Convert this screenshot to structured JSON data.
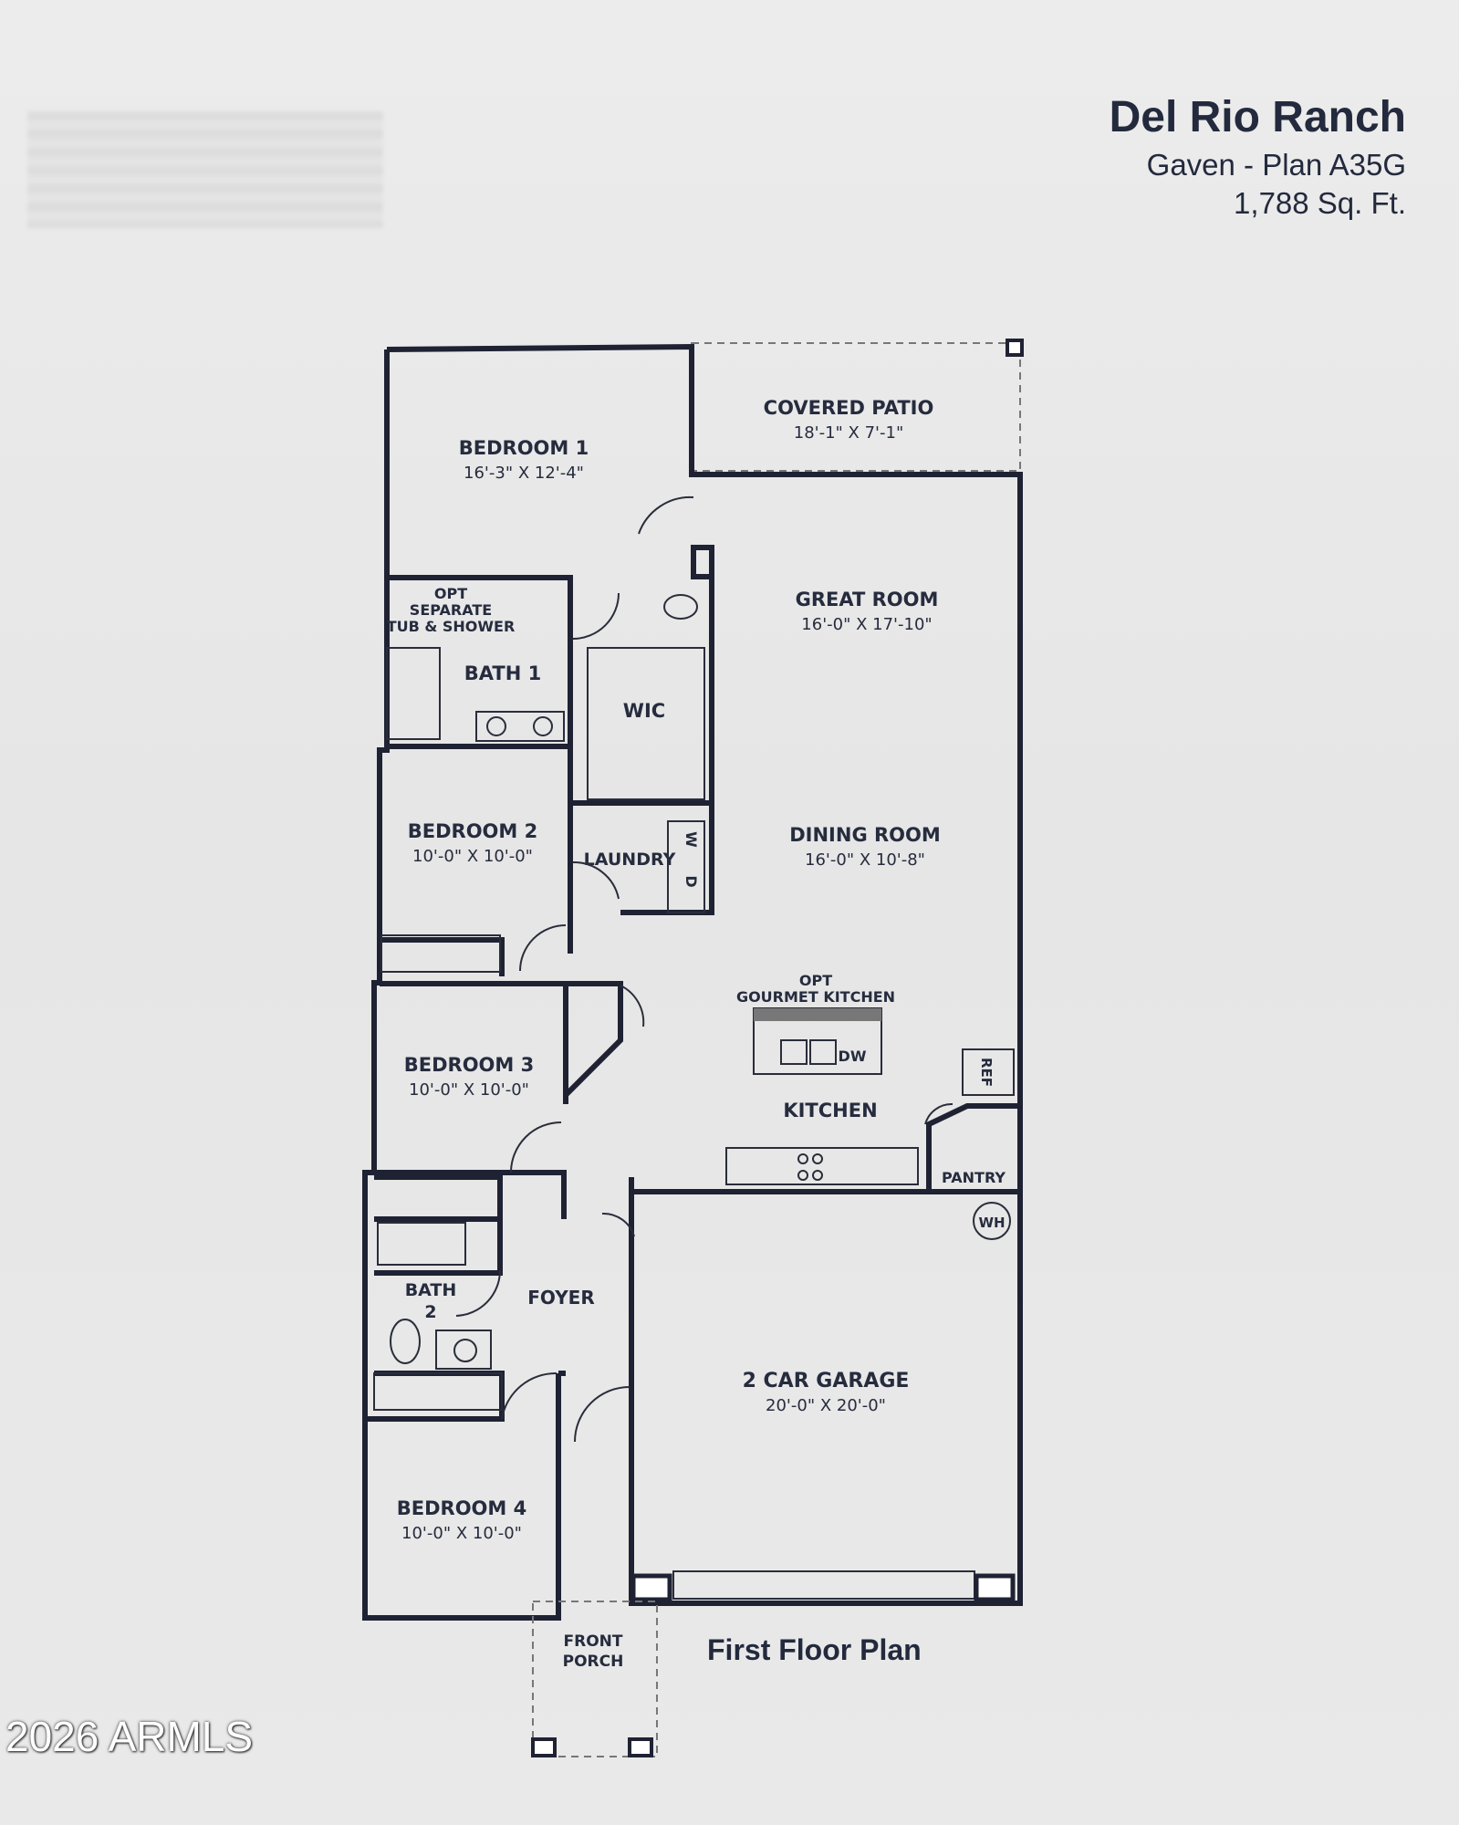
{
  "header": {
    "community": "Del Rio Ranch",
    "plan": "Gaven - Plan A35G",
    "sqft": "1,788 Sq. Ft."
  },
  "floor_plan_label": "First Floor Plan",
  "watermark": "2026 ARMLS",
  "rooms": {
    "bedroom1": {
      "name": "BEDROOM 1",
      "dim": "16'-3\" X 12'-4\""
    },
    "covered_patio": {
      "name": "COVERED PATIO",
      "dim": "18'-1\" X 7'-1\""
    },
    "great_room": {
      "name": "GREAT ROOM",
      "dim": "16'-0\" X 17'-10\""
    },
    "opt_tub": {
      "line1": "OPT",
      "line2": "SEPARATE",
      "line3": "TUB & SHOWER"
    },
    "bath1": {
      "name": "BATH 1"
    },
    "wic": {
      "name": "WIC"
    },
    "bedroom2": {
      "name": "BEDROOM 2",
      "dim": "10'-0\" X 10'-0\""
    },
    "laundry": {
      "name": "LAUNDRY",
      "w": "W",
      "d": "D"
    },
    "dining_room": {
      "name": "DINING ROOM",
      "dim": "16'-0\" X 10'-8\""
    },
    "opt_kitchen": {
      "line1": "OPT",
      "line2": "GOURMET KITCHEN"
    },
    "dw": "DW",
    "ref": "REF",
    "bedroom3": {
      "name": "BEDROOM 3",
      "dim": "10'-0\" X 10'-0\""
    },
    "kitchen": {
      "name": "KITCHEN"
    },
    "pantry": {
      "name": "PANTRY"
    },
    "wh": "WH",
    "bath2": {
      "line1": "BATH",
      "line2": "2"
    },
    "foyer": {
      "name": "FOYER"
    },
    "garage": {
      "name": "2 CAR GARAGE",
      "dim": "20'-0\" X 20'-0\""
    },
    "bedroom4": {
      "name": "BEDROOM 4",
      "dim": "10'-0\" X 10'-0\""
    },
    "front_porch": {
      "line1": "FRONT",
      "line2": "PORCH"
    }
  }
}
